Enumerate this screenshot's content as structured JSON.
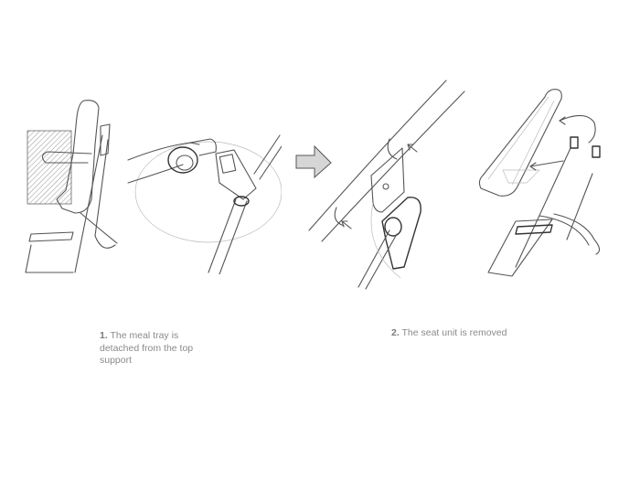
{
  "slide": {
    "background": "#ffffff",
    "text_color": "#8a8a8a"
  },
  "sketches": [
    {
      "id": "sketch-1a",
      "subject": "high chair with seat unit and meal tray attached"
    },
    {
      "id": "sketch-1b",
      "subject": "meal tray arm detaching from top support joint"
    },
    {
      "id": "sketch-2a",
      "subject": "seat unit clip releasing from frame tube",
      "icon": "arrow-right-icon"
    },
    {
      "id": "sketch-2b",
      "subject": "seat unit lifted off frame with removal arrows"
    }
  ],
  "captions": [
    {
      "number": "1.",
      "text": " The meal tray is detached from the top support"
    },
    {
      "number": "2.",
      "text": " The seat unit is removed"
    }
  ]
}
